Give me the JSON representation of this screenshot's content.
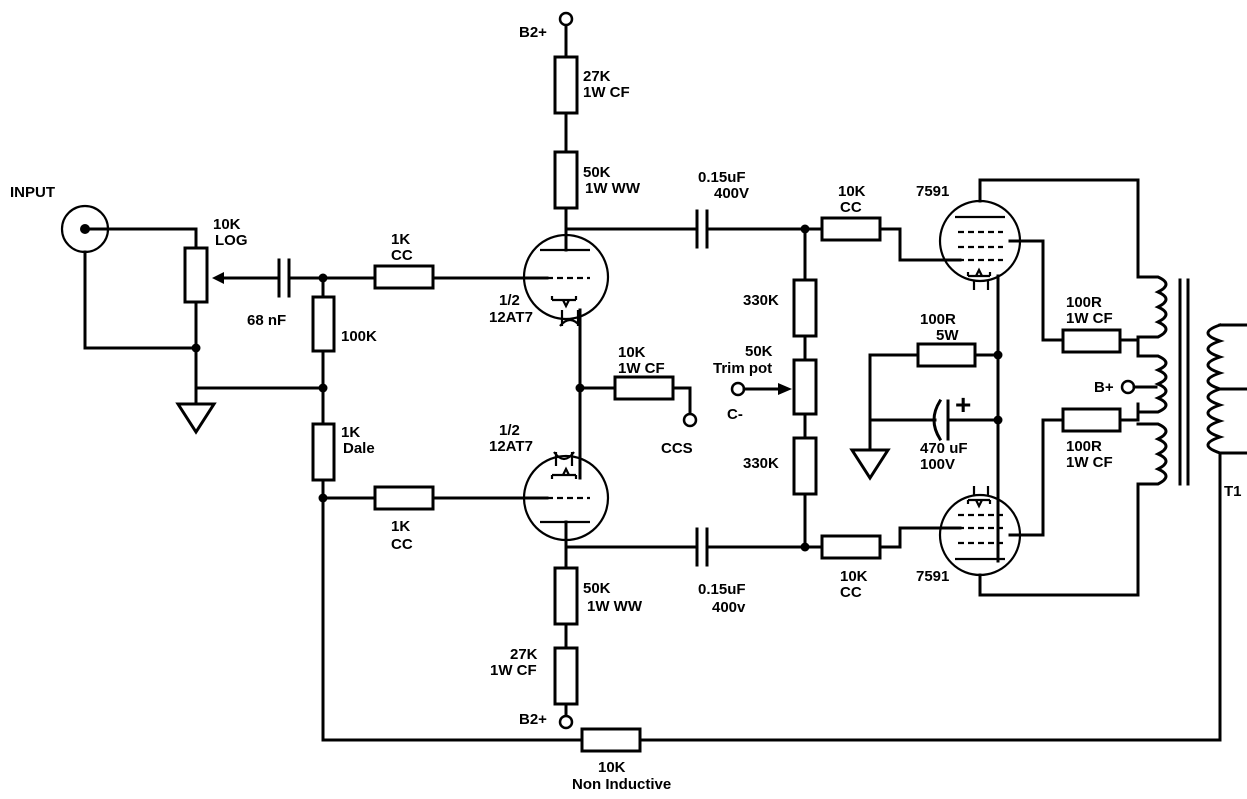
{
  "labels": {
    "input": "INPUT",
    "pot_val": "10K",
    "pot_type": "LOG",
    "cap_in": "68 nF",
    "r100k": "100K",
    "r1k_top_val": "1K",
    "r1k_top_type": "CC",
    "r1k_bot_val": "1K",
    "r1k_bot_type": "CC",
    "dale_val": "1K",
    "dale_type": "Dale",
    "tube_top_frac": "1/2",
    "tube_top_name": "12AT7",
    "tube_bot_frac": "1/2",
    "tube_bot_name": "12AT7",
    "b2_top": "B2+",
    "b2_bot": "B2+",
    "r27k_top_val": "27K",
    "r27k_top_type": "1W CF",
    "r50k_top_val": "50K",
    "r50k_top_type": "1W WW",
    "r50k_bot_val": "50K",
    "r50k_bot_type": "1W WW",
    "r27k_bot_val": "27K",
    "r27k_bot_type": "1W CF",
    "ccs_r_val": "10K",
    "ccs_r_type": "1W CF",
    "ccs": "CCS",
    "cap_top_val": "0.15uF",
    "cap_top_volt": "400V",
    "cap_bot_val": "0.15uF",
    "cap_bot_volt": "400v",
    "r330k_top": "330K",
    "r330k_bot": "330K",
    "trim_val": "50K",
    "trim_type": "Trim pot",
    "c_minus": "C-",
    "r10k_top_val": "10K",
    "r10k_top_type": "CC",
    "r10k_bot_val": "10K",
    "r10k_bot_type": "CC",
    "tube_out_top": "7591",
    "tube_out_bot": "7591",
    "r100r5w_val": "100R",
    "r100r5w_type": "5W",
    "cap470_val": "470 uF",
    "cap470_volt": "100V",
    "plus_sign": "+",
    "r100r_top_val": "100R",
    "r100r_top_type": "1W CF",
    "r100r_bot_val": "100R",
    "r100r_bot_type": "1W CF",
    "b_plus": "B+",
    "t1": "T1",
    "fb_val": "10K",
    "fb_type": "Non Inductive"
  }
}
